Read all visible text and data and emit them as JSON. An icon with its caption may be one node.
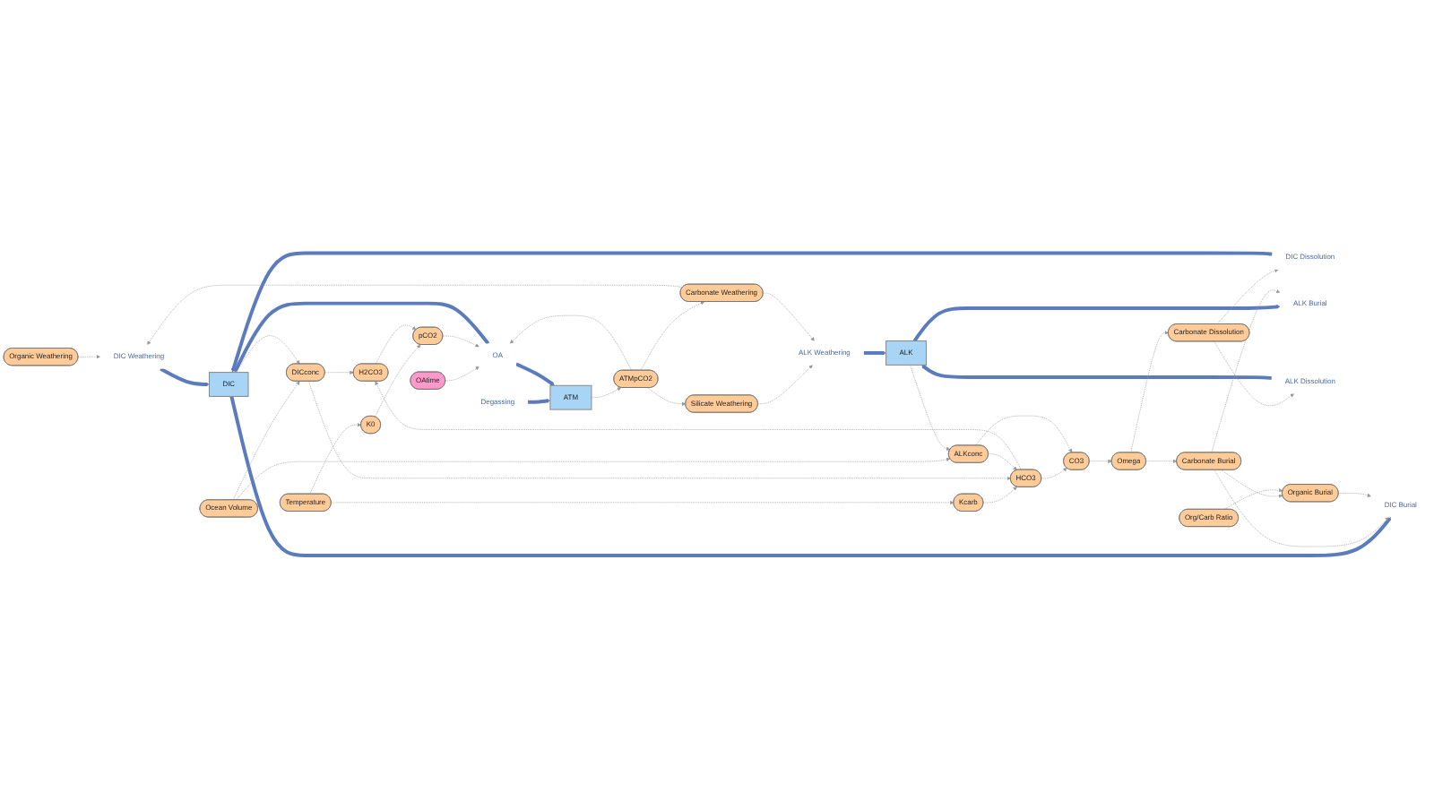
{
  "diagram": {
    "nodes": [
      {
        "text": [
          "Organic Weathering"
        ]
      },
      {
        "text": [
          "Silicate Weathering"
        ]
      },
      {
        "text": [
          "Carbonate Weathering"
        ]
      },
      {
        "text": [
          "ATMpCO2"
        ]
      },
      {
        "text": [
          "Temperature"
        ]
      },
      {
        "text": [
          "K0"
        ]
      },
      {
        "text": [
          "Kcarb"
        ]
      },
      {
        "text": [
          "pCO2"
        ]
      },
      {
        "text": [
          "H2CO3"
        ]
      },
      {
        "text": [
          "HCO3"
        ]
      },
      {
        "text": [
          "CO3"
        ]
      },
      {
        "text": [
          "Omega"
        ]
      },
      {
        "text": [
          "ATM"
        ]
      },
      {
        "text": [
          "Degassing"
        ]
      },
      {
        "text": [
          "OAtime"
        ]
      },
      {
        "text": [
          "OA"
        ]
      },
      {
        "text": [
          "DIC Weathering"
        ]
      },
      {
        "text": [
          "DIC"
        ]
      },
      {
        "text": [
          "ALK"
        ]
      },
      {
        "text": [
          "ALK Weathering"
        ]
      },
      {
        "text": [
          "DICconc"
        ]
      },
      {
        "text": [
          "ALKconc"
        ]
      },
      {
        "text": [
          "Ocean Volume"
        ]
      },
      {
        "text": [
          "DIC Burial"
        ]
      },
      {
        "text": [
          "DIC Dissolution"
        ]
      },
      {
        "text": [
          "ALK Burial"
        ]
      },
      {
        "text": [
          "ALK Dissolution"
        ]
      },
      {
        "text": [
          "Carbonate Dissolution"
        ]
      },
      {
        "text": [
          "Organic Burial"
        ]
      },
      {
        "text": [
          "Carbonate Burial"
        ]
      },
      {
        "text": [
          "Org/Carb Ratio"
        ]
      }
    ],
    "edges": [
      {
        "from": 13,
        "to": 12,
        "arrow": "to",
        "style": "thick",
        "color": "#5b7bbf"
      },
      {
        "from": 15,
        "to": 12,
        "arrow": "to",
        "style": "thick",
        "color": "#5b7bbf"
      },
      {
        "from": 15,
        "to": 17,
        "arrow": "to",
        "style": "thick",
        "color": "#5b7bbf"
      },
      {
        "from": 16,
        "to": 17,
        "arrow": "to",
        "style": "thick",
        "color": "#5b7bbf"
      },
      {
        "from": 17,
        "to": 23,
        "arrow": "to",
        "style": "thick",
        "color": "#5b7bbf"
      },
      {
        "from": 24,
        "to": 17,
        "arrow": "to",
        "style": "thick",
        "color": "#5b7bbf"
      },
      {
        "from": 19,
        "to": 18,
        "arrow": "to",
        "style": "thick",
        "color": "#5b7bbf"
      },
      {
        "from": 18,
        "to": 25,
        "arrow": "to",
        "style": "thick",
        "color": "#5b7bbf"
      },
      {
        "from": 26,
        "to": 18,
        "arrow": "to",
        "style": "thick",
        "color": "#5b7bbf"
      },
      {
        "from": 3,
        "to": 1,
        "arrow": "to",
        "style": "dashed"
      },
      {
        "from": 3,
        "to": 2,
        "arrow": "to",
        "style": "dashed"
      },
      {
        "from": 12,
        "to": 3,
        "arrow": "to",
        "style": "dashed"
      },
      {
        "from": 3,
        "to": 15,
        "arrow": "to",
        "style": "dashed"
      },
      {
        "from": 14,
        "to": 15,
        "arrow": "to",
        "style": "dashed"
      },
      {
        "from": 7,
        "to": 15,
        "arrow": "to",
        "style": "dashed"
      },
      {
        "from": 0,
        "to": 16,
        "arrow": "to",
        "style": "dashed"
      },
      {
        "from": 2,
        "to": 16,
        "arrow": "to",
        "style": "dashed"
      },
      {
        "from": 1,
        "to": 19,
        "arrow": "to",
        "style": "dashed"
      },
      {
        "from": 2,
        "to": 19,
        "arrow": "to",
        "style": "dashed"
      },
      {
        "from": 4,
        "to": 5,
        "arrow": "to",
        "style": "dashed"
      },
      {
        "from": 4,
        "to": 6,
        "arrow": "to",
        "style": "dashed"
      },
      {
        "from": 5,
        "to": 7,
        "arrow": "to",
        "style": "dashed"
      },
      {
        "from": 6,
        "to": 9,
        "arrow": "to",
        "style": "dashed"
      },
      {
        "from": 8,
        "to": 7,
        "arrow": "to",
        "style": "dashed"
      },
      {
        "from": 9,
        "to": 8,
        "arrow": "to",
        "style": "dashed"
      },
      {
        "from": 9,
        "to": 10,
        "arrow": "to",
        "style": "dashed"
      },
      {
        "from": 10,
        "to": 11,
        "arrow": "to",
        "style": "dashed"
      },
      {
        "from": 20,
        "to": 8,
        "arrow": "to",
        "style": "dashed"
      },
      {
        "from": 20,
        "to": 9,
        "arrow": "to",
        "style": "dashed"
      },
      {
        "from": 21,
        "to": 9,
        "arrow": "to",
        "style": "dashed"
      },
      {
        "from": 21,
        "to": 10,
        "arrow": "to",
        "style": "dashed"
      },
      {
        "from": 22,
        "to": 20,
        "arrow": "to",
        "style": "dashed"
      },
      {
        "from": 22,
        "to": 21,
        "arrow": "to",
        "style": "dashed"
      },
      {
        "from": 17,
        "to": 20,
        "arrow": "to",
        "style": "dashed"
      },
      {
        "from": 18,
        "to": 21,
        "arrow": "to",
        "style": "dashed"
      },
      {
        "from": 11,
        "to": 27,
        "arrow": "to",
        "style": "dashed"
      },
      {
        "from": 11,
        "to": 29,
        "arrow": "to",
        "style": "dashed"
      },
      {
        "from": 29,
        "to": 28,
        "arrow": "to",
        "style": "dashed"
      },
      {
        "from": 30,
        "to": 28,
        "arrow": "to",
        "style": "dashed"
      },
      {
        "from": 27,
        "to": 24,
        "arrow": "to",
        "style": "dashed"
      },
      {
        "from": 27,
        "to": 26,
        "arrow": "to",
        "style": "dashed"
      },
      {
        "from": 29,
        "to": 23,
        "arrow": "to",
        "style": "dashed"
      },
      {
        "from": 29,
        "to": 25,
        "arrow": "to",
        "style": "dashed"
      },
      {
        "from": 28,
        "to": 23,
        "arrow": "to",
        "style": "dashed"
      }
    ]
  }
}
